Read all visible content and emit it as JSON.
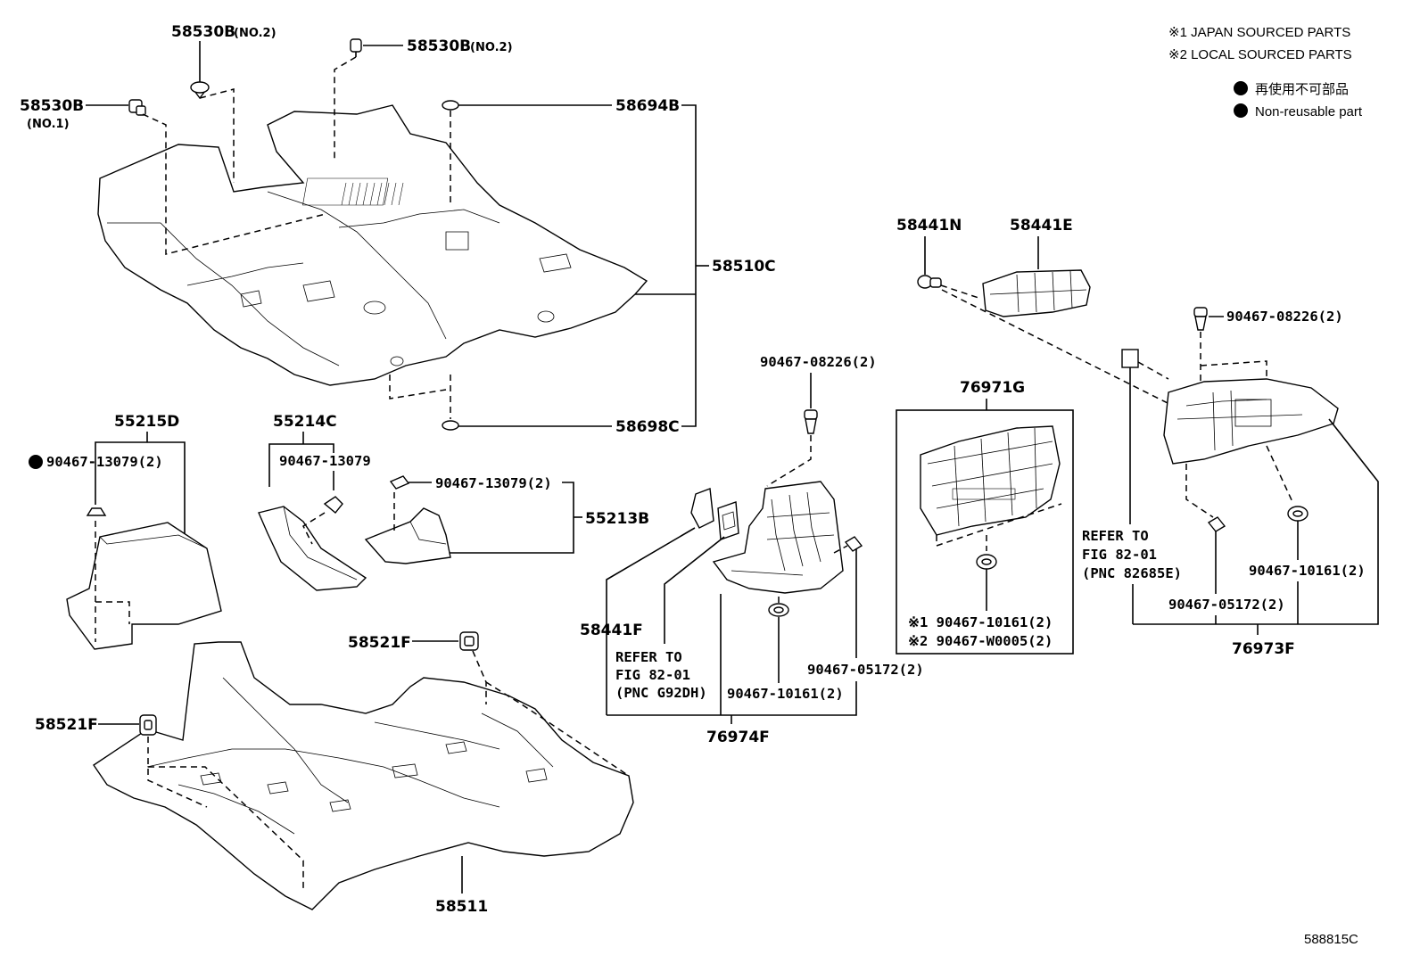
{
  "legend": {
    "note1": "※1 JAPAN SOURCED PARTS",
    "note2": "※2 LOCAL SOURCED PARTS",
    "nonreusable_jp": "再使用不可部品",
    "nonreusable_en": "Non-reusable part"
  },
  "figure_id": "588815C",
  "labels": {
    "p58530B_no2_top": "58530B",
    "p58530B_no2_top_sfx": "(NO.2)",
    "p58530B_no2_right": "58530B",
    "p58530B_no2_right_sfx": "(NO.2)",
    "p58530B_no1": "58530B",
    "p58530B_no1_sfx": "(NO.1)",
    "p58694B": "58694B",
    "p58510C": "58510C",
    "p58698C": "58698C",
    "p55215D": "55215D",
    "p55215D_clip": "90467-13079(2)",
    "p55214C": "55214C",
    "p55214C_clip": "90467-13079",
    "p55213B_clip": "90467-13079(2)",
    "p55213B": "55213B",
    "p58521F_top": "58521F",
    "p58521F_left": "58521F",
    "p58511": "58511",
    "p58441N": "58441N",
    "p58441E": "58441E",
    "p90467_08226_right": "90467-08226(2)",
    "p90467_08226_mid": "90467-08226(2)",
    "p76971G": "76971G",
    "p76971G_clip1": "※1 90467-10161(2)",
    "p76971G_clip2": "※2 90467-W0005(2)",
    "p58441F": "58441F",
    "refer1_l1": "REFER TO",
    "refer1_l2": "FIG 82-01",
    "refer1_l3": "(PNC G92DH)",
    "p90467_05172_mid": "90467-05172(2)",
    "p90467_10161_mid": "90467-10161(2)",
    "p76974F": "76974F",
    "refer2_l1": "REFER TO",
    "refer2_l2": "FIG 82-01",
    "refer2_l3": "(PNC 82685E)",
    "p90467_10161_right": "90467-10161(2)",
    "p90467_05172_right": "90467-05172(2)",
    "p76973F": "76973F"
  }
}
